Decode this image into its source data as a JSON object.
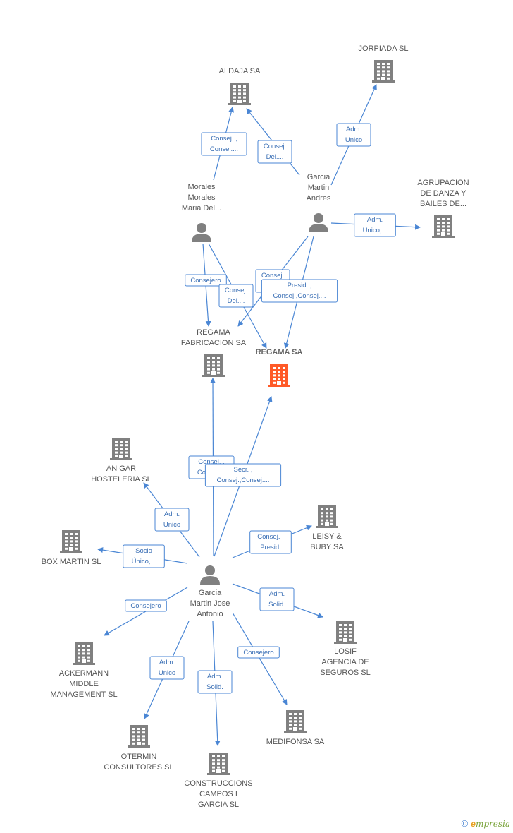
{
  "colors": {
    "edge": "#4a86d4",
    "node": "#808080",
    "focus": "#ff5a28"
  },
  "nodes": [
    {
      "id": "aldaja",
      "type": "company",
      "lines": [
        "ALDAJA SA"
      ]
    },
    {
      "id": "jorpiada",
      "type": "company",
      "lines": [
        "JORPIADA SL"
      ]
    },
    {
      "id": "agrupacion",
      "type": "company",
      "lines": [
        "AGRUPACION",
        "DE DANZA Y",
        "BAILES DE..."
      ]
    },
    {
      "id": "morales",
      "type": "person",
      "lines": [
        "Morales",
        "Morales",
        "Maria Del..."
      ]
    },
    {
      "id": "garcia_andres",
      "type": "person",
      "lines": [
        "Garcia",
        "Martin",
        "Andres"
      ]
    },
    {
      "id": "regama_fab",
      "type": "company",
      "lines": [
        "REGAMA",
        "FABRICACION SA"
      ]
    },
    {
      "id": "regama",
      "type": "company",
      "focus": true,
      "lines": [
        "REGAMA SA"
      ]
    },
    {
      "id": "angar",
      "type": "company",
      "lines": [
        "AN GAR",
        "HOSTELERIA SL"
      ]
    },
    {
      "id": "leisy",
      "type": "company",
      "lines": [
        "LEISY &",
        "BUBY SA"
      ]
    },
    {
      "id": "boxmartin",
      "type": "company",
      "lines": [
        "BOX MARTIN  SL"
      ]
    },
    {
      "id": "garcia_jose",
      "type": "person",
      "lines": [
        "Garcia",
        "Martin Jose",
        "Antonio"
      ]
    },
    {
      "id": "losif",
      "type": "company",
      "lines": [
        "LOSIF",
        "AGENCIA DE",
        "SEGUROS SL"
      ]
    },
    {
      "id": "ackermann",
      "type": "company",
      "lines": [
        "ACKERMANN",
        "MIDDLE",
        "MANAGEMENT SL"
      ]
    },
    {
      "id": "medifonsa",
      "type": "company",
      "lines": [
        "MEDIFONSA SA"
      ]
    },
    {
      "id": "otermin",
      "type": "company",
      "lines": [
        "OTERMIN",
        "CONSULTORES SL"
      ]
    },
    {
      "id": "construcciones",
      "type": "company",
      "lines": [
        "CONSTRUCCIONS",
        "CAMPOS I",
        "GARCIA SL"
      ]
    }
  ],
  "edges": [
    {
      "from": "morales",
      "to": "aldaja",
      "lines": [
        "Consej. ,",
        "Consej...."
      ]
    },
    {
      "from": "garcia_andres",
      "to": "aldaja",
      "lines": [
        "Consej.",
        "Del...."
      ]
    },
    {
      "from": "garcia_andres",
      "to": "jorpiada",
      "lines": [
        "Adm.",
        "Unico"
      ]
    },
    {
      "from": "garcia_andres",
      "to": "agrupacion",
      "lines": [
        "Adm.",
        "Unico,..."
      ]
    },
    {
      "from": "morales",
      "to": "regama_fab",
      "lines": [
        "Consejero"
      ]
    },
    {
      "from": "morales",
      "to": "regama",
      "lines": [
        "Consej.",
        "Del...."
      ]
    },
    {
      "from": "garcia_andres",
      "to": "regama_fab",
      "lines": [
        "Consej.",
        "Del...."
      ]
    },
    {
      "from": "garcia_andres",
      "to": "regama",
      "lines": [
        "Presid. ,",
        "Consej.,Consej...."
      ]
    },
    {
      "from": "garcia_jose",
      "to": "regama_fab",
      "lines": [
        "Consej. ,",
        "Consej...."
      ]
    },
    {
      "from": "garcia_jose",
      "to": "regama",
      "lines": [
        "Secr. ,",
        "Consej.,Consej...."
      ]
    },
    {
      "from": "garcia_jose",
      "to": "angar",
      "lines": [
        "Adm.",
        "Unico"
      ]
    },
    {
      "from": "garcia_jose",
      "to": "leisy",
      "lines": [
        "Consej. ,",
        "Presid."
      ]
    },
    {
      "from": "garcia_jose",
      "to": "boxmartin",
      "lines": [
        "Socio",
        "Único,..."
      ]
    },
    {
      "from": "garcia_jose",
      "to": "losif",
      "lines": [
        "Adm.",
        "Solid."
      ]
    },
    {
      "from": "garcia_jose",
      "to": "ackermann",
      "lines": [
        "Consejero"
      ]
    },
    {
      "from": "garcia_jose",
      "to": "medifonsa",
      "lines": [
        "Consejero"
      ]
    },
    {
      "from": "garcia_jose",
      "to": "otermin",
      "lines": [
        "Adm.",
        "Unico"
      ]
    },
    {
      "from": "garcia_jose",
      "to": "construcciones",
      "lines": [
        "Adm.",
        "Solid."
      ]
    }
  ],
  "footer": {
    "copyright": "©",
    "brand_e": "e",
    "brand_rest": "mpresia"
  }
}
